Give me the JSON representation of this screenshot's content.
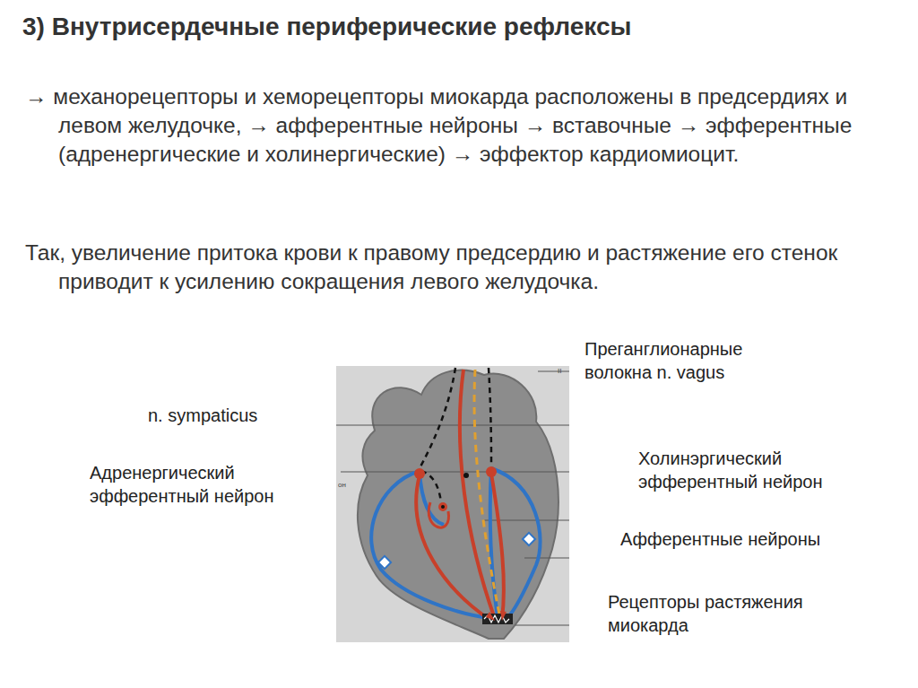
{
  "diagram": {
    "title": "3) Внутрисердечные периферические рефлексы",
    "labels": [
      "→ механорецепторы и хеморецепторы миокарда расположены в предсердиях и левом желудочке, → афферентные нейроны → вставочные → эфферентные (адренергические и холинергические) → эффектор кардиомиоцит.",
      "Так, увеличение притока крови к правому предсердию и растяжение его стенок приводит к усилению сокращения левого желудочка.",
      "Преганглионарные волокна n. vagus",
      "n. sympaticus",
      "Адренергический эфферентный нейрон",
      "Холинэргический эфферентный нейрон",
      "Афферентные нейроны",
      "Рецепторы растяжения миокарда",
      "он",
      "II"
    ]
  }
}
